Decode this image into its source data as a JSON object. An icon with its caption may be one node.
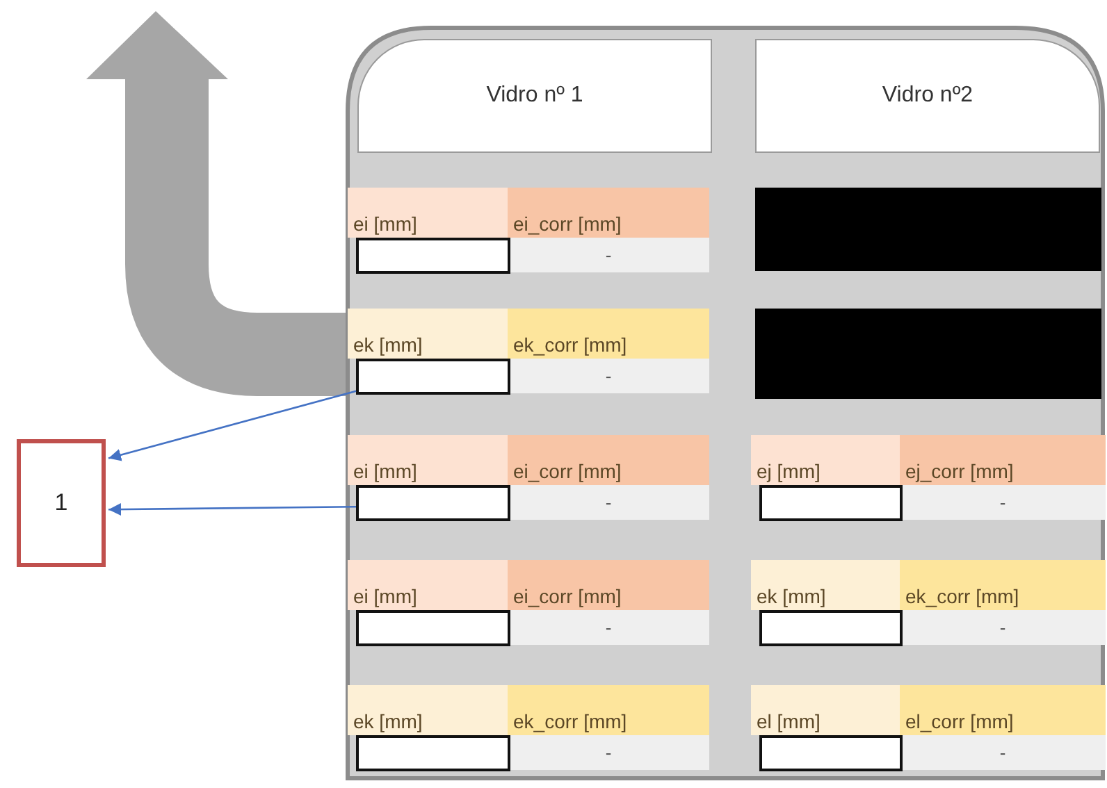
{
  "diagram": {
    "nodes": [
      {
        "text": [
          "Vidro nº 1"
        ]
      },
      {
        "text": [
          "Vidro nº2"
        ]
      },
      {
        "text": [],
        "shape": "box"
      },
      {
        "text": [],
        "shape": "box"
      },
      {
        "text": [],
        "shape": "box"
      },
      {
        "text": [],
        "shape": "box"
      },
      {
        "text": [
          "1"
        ]
      },
      {
        "text": [],
        "shape": "box"
      },
      {
        "text": [],
        "shape": "box"
      },
      {
        "text": [],
        "shape": "box"
      },
      {
        "text": [],
        "shape": "box"
      },
      {
        "text": [],
        "shape": "box"
      },
      {
        "text": [],
        "shape": "box"
      }
    ],
    "edges": [
      {
        "from": 4,
        "to": 6,
        "arrow": "to"
      },
      {
        "from": 7,
        "to": 6,
        "arrow": "to"
      }
    ],
    "labels": [
      "ei [mm]",
      "ei_corr [mm]",
      "-",
      "ek [mm]",
      "ek_corr [mm]",
      "-",
      "ei [mm]",
      "ei_corr [mm]",
      "-",
      "ej [mm]",
      "ej_corr [mm]",
      "-",
      "ei [mm]",
      "ei_corr [mm]",
      "-",
      "ek [mm]",
      "ek_corr [mm]",
      "-",
      "ek [mm]",
      "ek_corr [mm]",
      "-",
      "el [mm]",
      "el_corr [mm]",
      "-"
    ]
  }
}
